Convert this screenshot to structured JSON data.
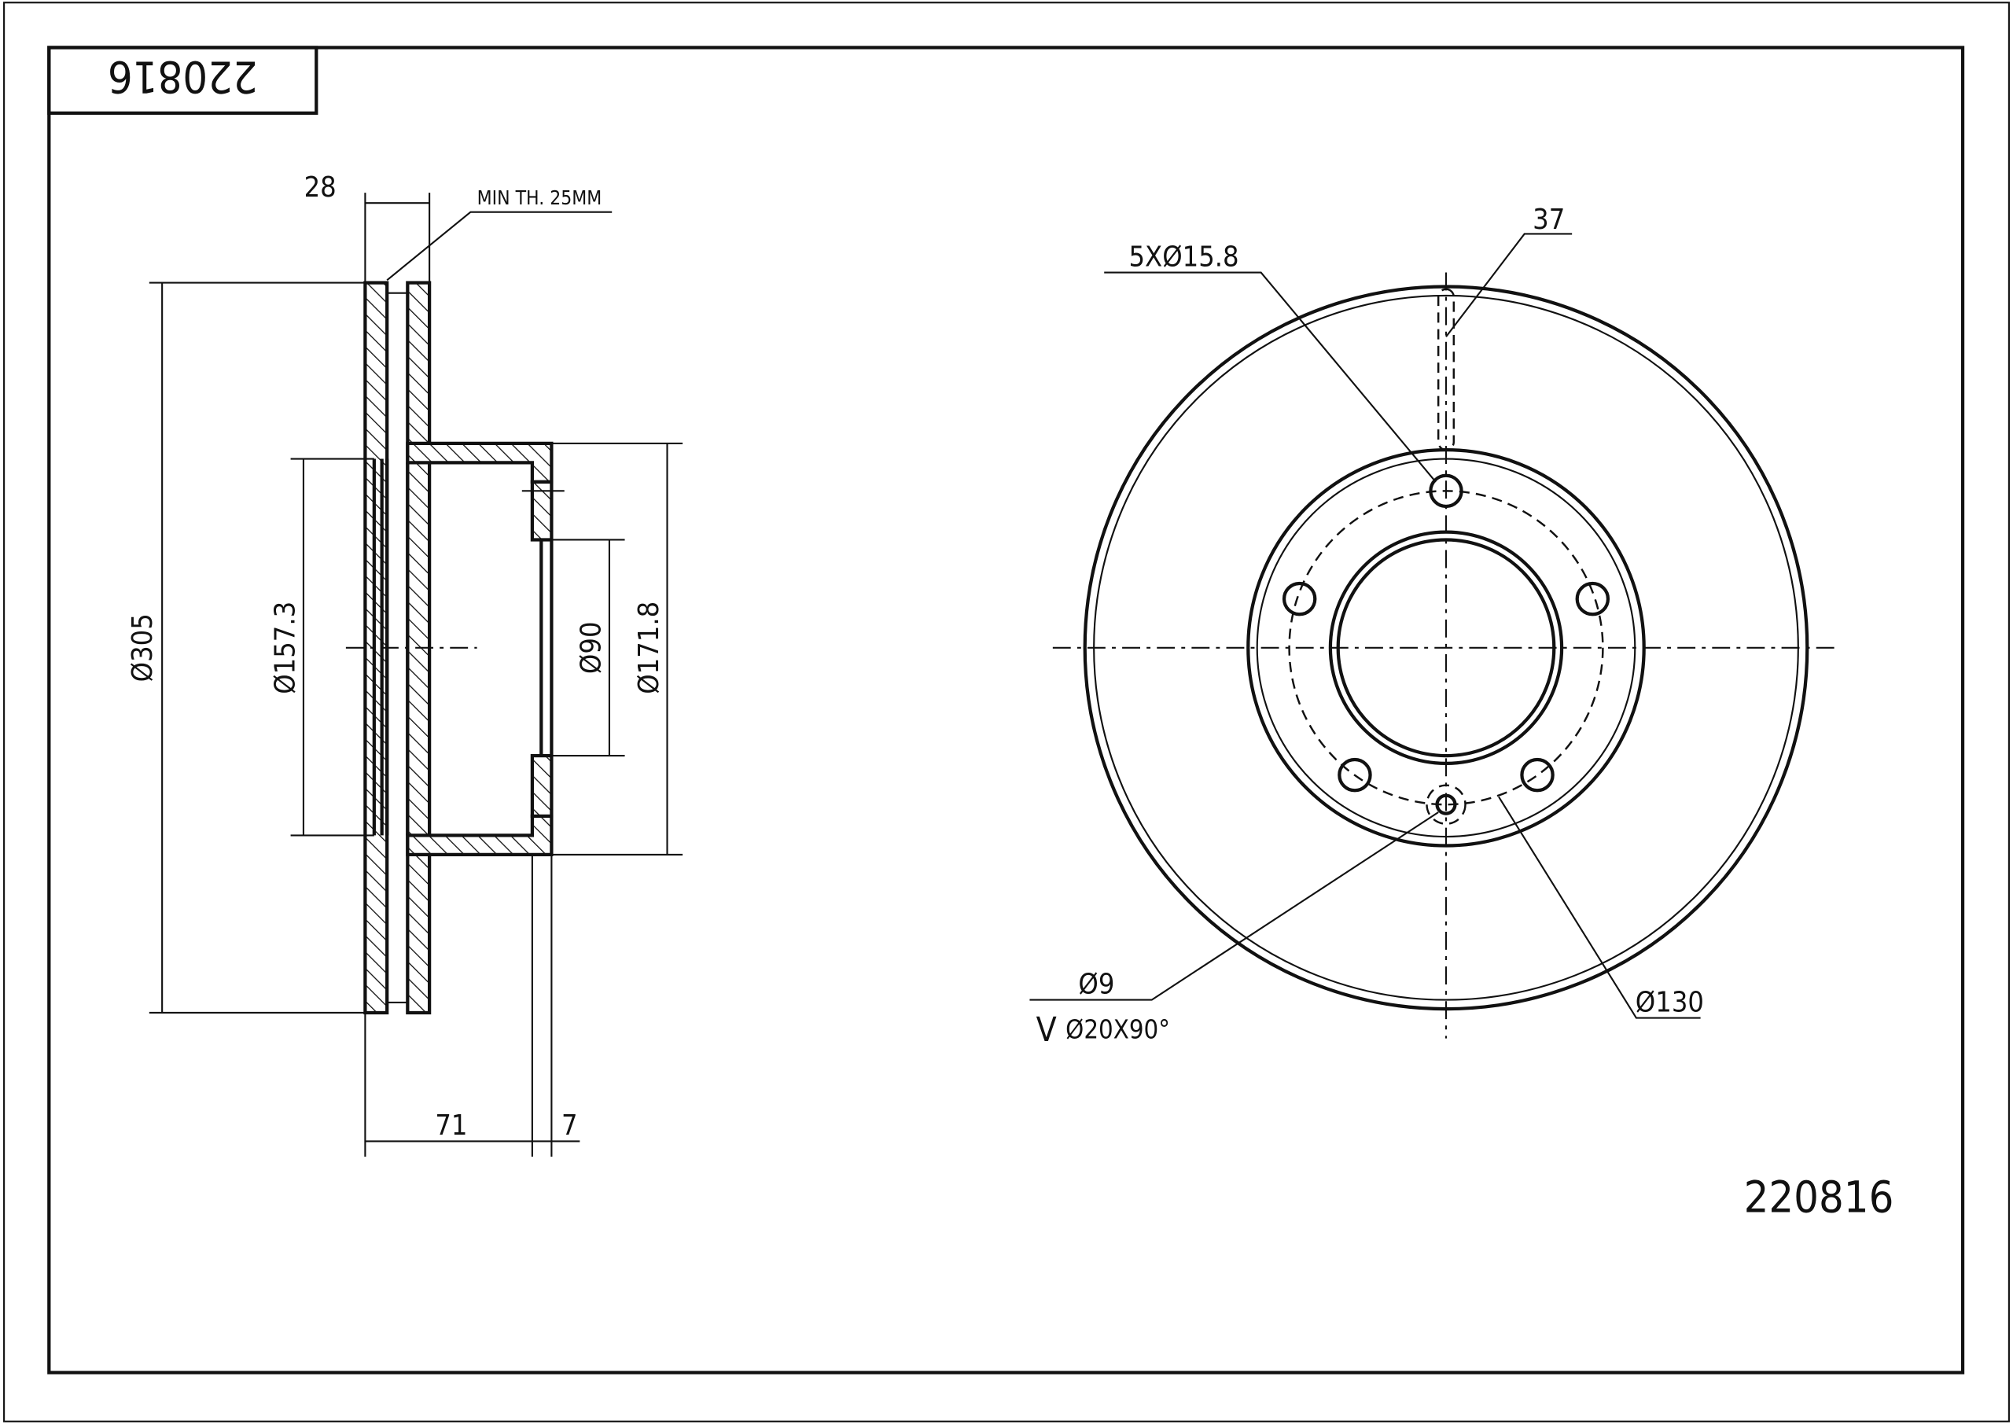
{
  "title_block": {
    "part_number_rotated": "220816"
  },
  "part_number": "220816",
  "section_view": {
    "thickness_dim": "28",
    "min_thickness_note": "MIN TH. 25MM",
    "outer_diameter": "Ø305",
    "inner_diameter": "Ø157.3",
    "center_bore": "Ø90",
    "hub_diameter": "Ø171.8",
    "height_dim": "71",
    "offset_dim": "7"
  },
  "front_view": {
    "bolt_holes": "5XØ15.8",
    "slot_dim": "37",
    "small_hole": "Ø9",
    "countersink": "Ø20X90°",
    "countersink_symbol": "V",
    "pitch_circle": "Ø130"
  },
  "colors": {
    "line": "#111111",
    "background": "#ffffff"
  }
}
